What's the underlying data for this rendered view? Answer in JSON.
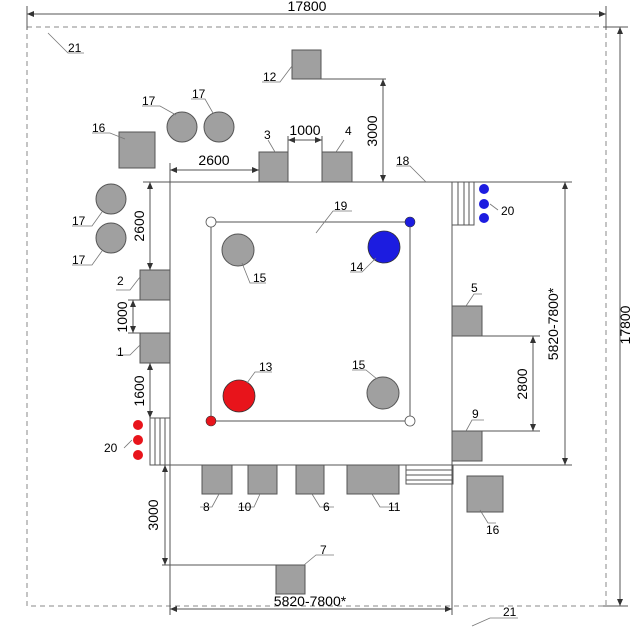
{
  "dimensions": {
    "top_width": "17800",
    "right_height": "17800",
    "gap_3_4": "1000",
    "gap_12_to_hall": "3000",
    "offset_16_to_3": "2600",
    "offset_17_to_2": "2600",
    "gap_1_2": "1000",
    "gap_1_to_corner": "1600",
    "gap_5_9": "2800",
    "hall_height": "5820-7800*",
    "hall_width": "5820-7800*",
    "gap_hall_to_7": "3000"
  },
  "labels": {
    "l1": "1",
    "l2": "2",
    "l3": "3",
    "l4": "4",
    "l5": "5",
    "l6": "6",
    "l7": "7",
    "l8": "8",
    "l9": "9",
    "l10": "10",
    "l11": "11",
    "l12": "12",
    "l13": "13",
    "l14": "14",
    "l15a": "15",
    "l15b": "15",
    "l16a": "16",
    "l16b": "16",
    "l17a": "17",
    "l17b": "17",
    "l17c": "17",
    "l17d": "17",
    "l18": "18",
    "l19": "19",
    "l20a": "20",
    "l20b": "20",
    "l21a": "21",
    "l21b": "21"
  },
  "colors": {
    "red": "#e8141b",
    "blue": "#1c1ce0",
    "gray": "#a0a0a0"
  }
}
